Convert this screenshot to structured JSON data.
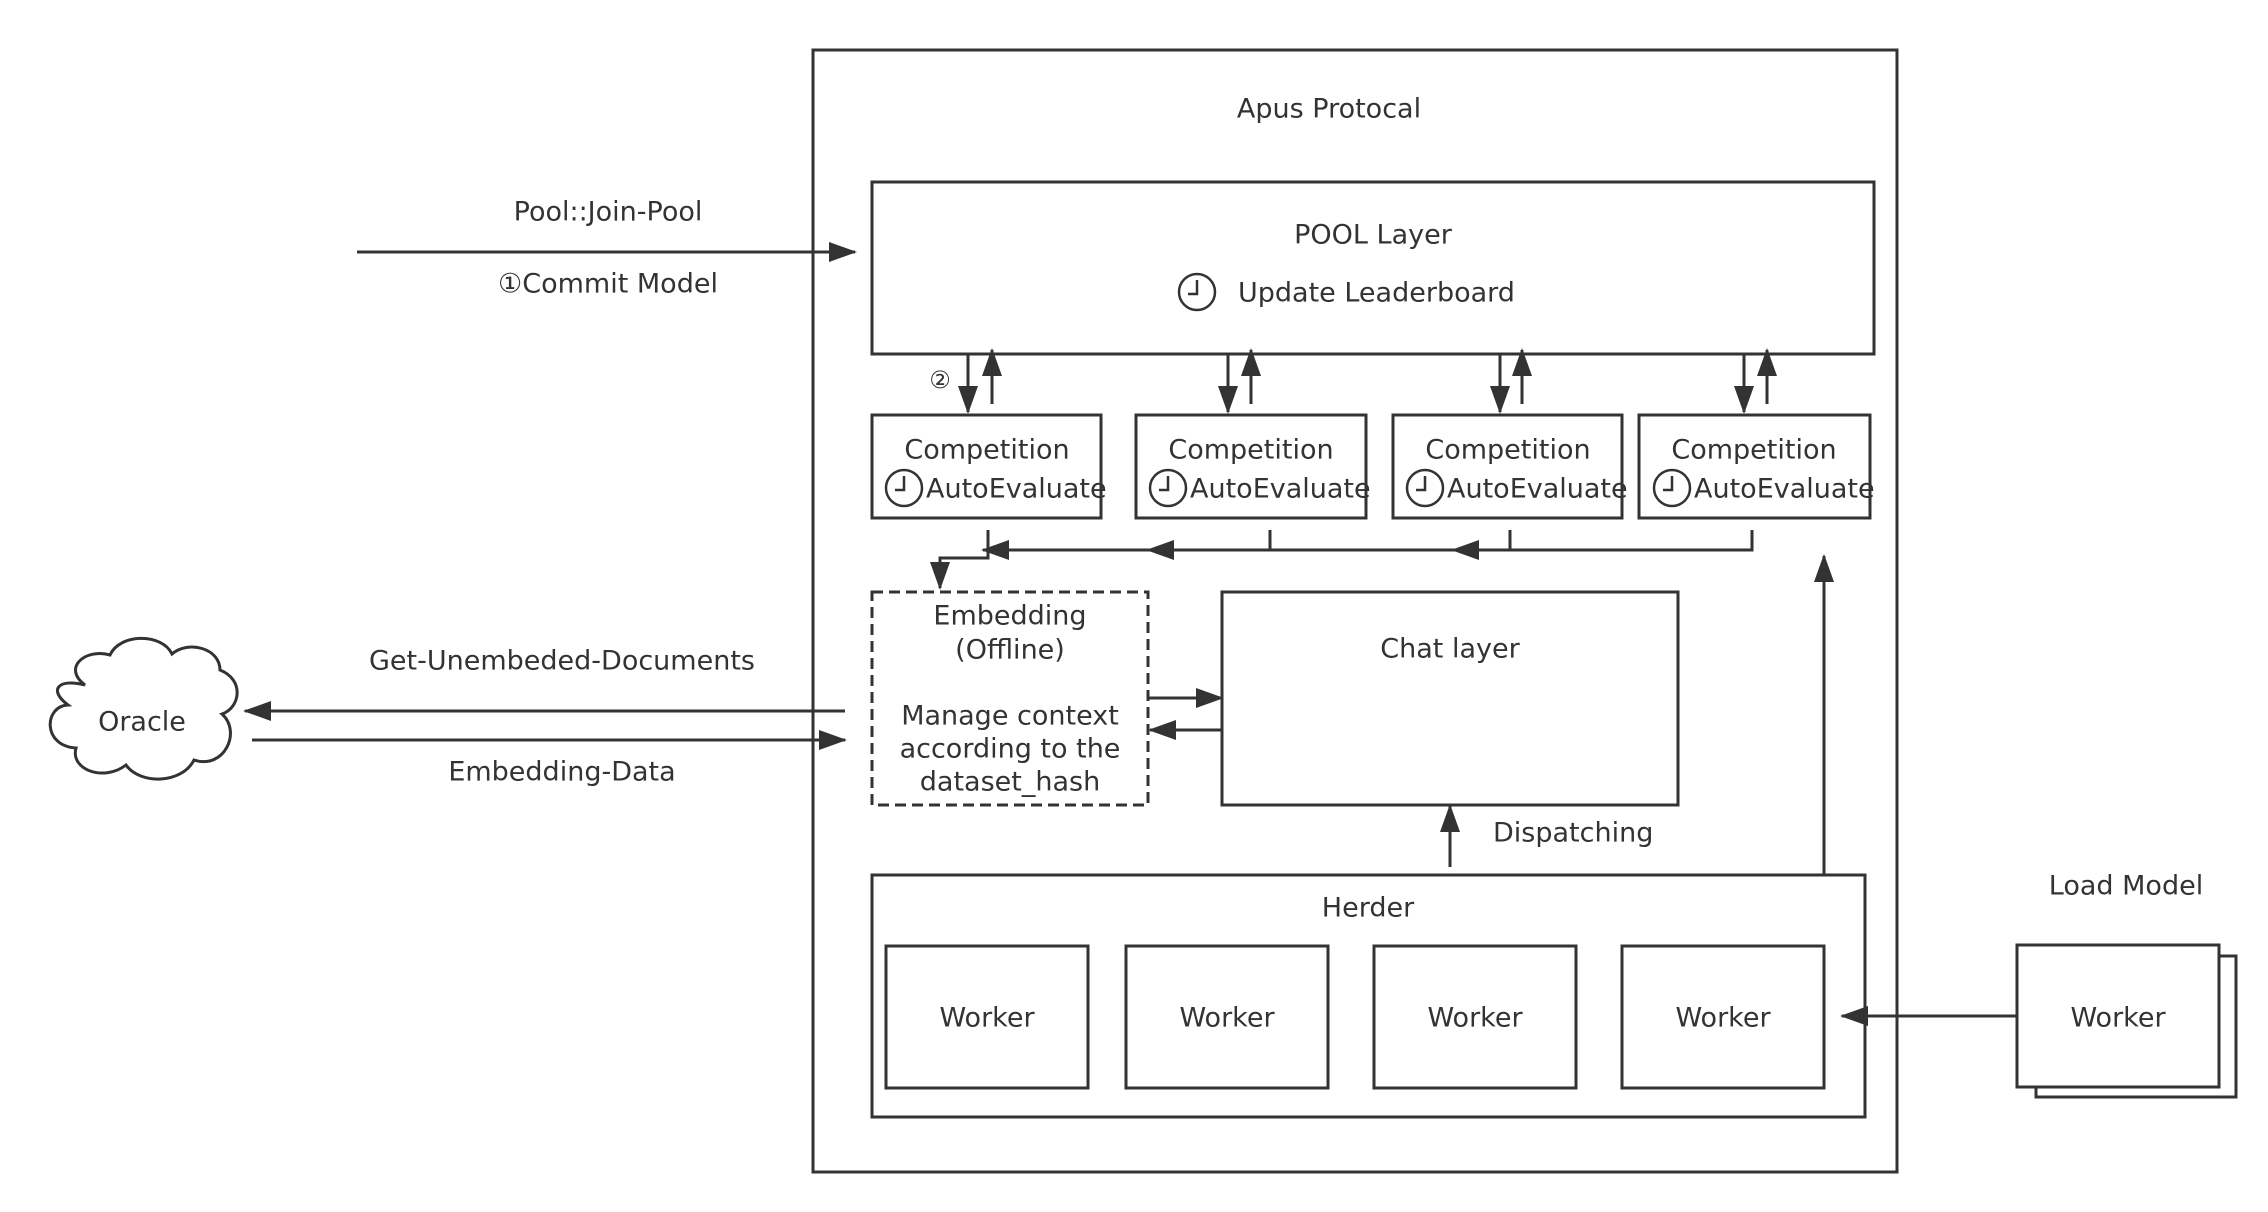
{
  "protocol": {
    "title": "Apus Protocal"
  },
  "pool": {
    "title": "POOL Layer",
    "update_label": "Update Leaderboard"
  },
  "join_edge": {
    "label_top": "Pool::Join-Pool",
    "label_bottom": "①Commit Model"
  },
  "step2_marker": "②",
  "competitions": [
    {
      "title": "Competition",
      "label": "AutoEvaluate"
    },
    {
      "title": "Competition",
      "label": "AutoEvaluate"
    },
    {
      "title": "Competition",
      "label": "AutoEvaluate"
    },
    {
      "title": "Competition",
      "label": "AutoEvaluate"
    }
  ],
  "embedding": {
    "line1": "Embedding",
    "line2": "(Offline)",
    "line3": "Manage context",
    "line4": "according to the",
    "line5": "dataset_hash"
  },
  "chat": {
    "title": "Chat layer"
  },
  "oracle": {
    "label": "Oracle",
    "get_label": "Get-Unembeded-Documents",
    "data_label": "Embedding-Data"
  },
  "dispatch": {
    "label": "Dispatching"
  },
  "herder": {
    "title": "Herder",
    "workers": [
      "Worker",
      "Worker",
      "Worker",
      "Worker"
    ]
  },
  "external": {
    "load_label": "Load Model",
    "worker_label": "Worker"
  },
  "colors": {
    "stroke": "#333333",
    "background": "#ffffff"
  }
}
